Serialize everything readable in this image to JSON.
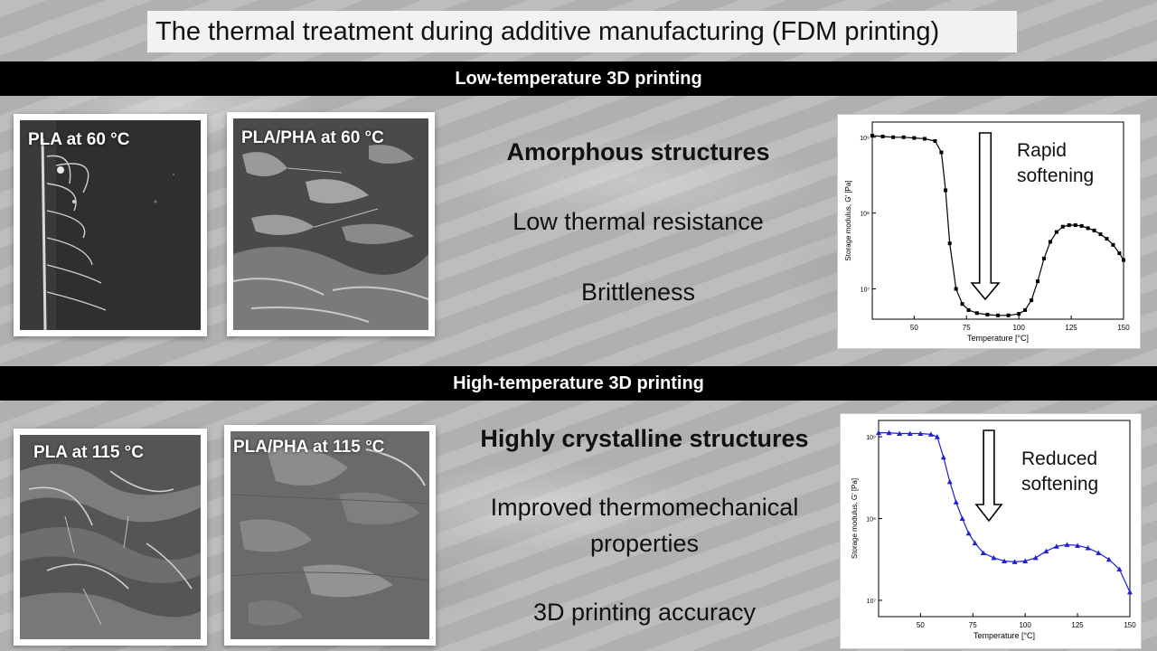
{
  "title": "The thermal treatment during additive manufacturing (FDM printing)",
  "sections": {
    "low": {
      "band_label": "Low-temperature 3D printing",
      "images": [
        {
          "label": "PLA at 60 °C"
        },
        {
          "label": "PLA/PHA at 60 °C"
        }
      ],
      "heading": "Amorphous structures",
      "points": [
        "Low thermal resistance",
        "Brittleness"
      ],
      "annotation": [
        "Rapid",
        "softening"
      ]
    },
    "high": {
      "band_label": "High-temperature 3D printing",
      "images": [
        {
          "label": "PLA at 115 °C"
        },
        {
          "label": "PLA/PHA at 115 °C"
        }
      ],
      "heading": "Highly crystalline structures",
      "points": [
        "Improved thermomechanical",
        "properties",
        "3D printing accuracy"
      ],
      "annotation": [
        "Reduced",
        "softening"
      ]
    }
  },
  "chart_data": [
    {
      "type": "line",
      "xlabel": "Temperature [°C]",
      "ylabel": "Storage modulus, G' [Pa]",
      "xlim": [
        30,
        150
      ],
      "ylim_log": [
        6.6,
        9.2
      ],
      "x_ticks": [
        50,
        75,
        100,
        125,
        150
      ],
      "y_ticks": [
        {
          "value": 9,
          "label": "10⁹"
        },
        {
          "value": 8,
          "label": "10⁸"
        },
        {
          "value": 7,
          "label": "10⁷"
        }
      ],
      "marker": "square",
      "color": "#000000",
      "series": [
        {
          "x": [
            30,
            35,
            40,
            45,
            50,
            55,
            60,
            63,
            65,
            67,
            70,
            73,
            76,
            80,
            85,
            90,
            95,
            100,
            103,
            106,
            109,
            112,
            115,
            118,
            121,
            124,
            127,
            130,
            133,
            136,
            139,
            142,
            145,
            148,
            150
          ],
          "y": [
            9.02,
            9.01,
            9.0,
            9.0,
            8.99,
            8.98,
            8.95,
            8.8,
            8.3,
            7.6,
            7.0,
            6.8,
            6.72,
            6.68,
            6.66,
            6.65,
            6.65,
            6.67,
            6.72,
            6.85,
            7.1,
            7.4,
            7.62,
            7.75,
            7.82,
            7.84,
            7.84,
            7.83,
            7.8,
            7.77,
            7.72,
            7.66,
            7.58,
            7.47,
            7.38
          ]
        }
      ]
    },
    {
      "type": "line",
      "xlabel": "Temperature [°C]",
      "ylabel": "Storage modulus, G' [Pa]",
      "xlim": [
        30,
        150
      ],
      "ylim_log": [
        6.8,
        9.2
      ],
      "x_ticks": [
        50,
        75,
        100,
        125,
        150
      ],
      "y_ticks": [
        {
          "value": 9,
          "label": "10⁹"
        },
        {
          "value": 8,
          "label": "10⁸"
        },
        {
          "value": 7,
          "label": "10⁷"
        }
      ],
      "marker": "triangle",
      "color": "#1f1fd6",
      "series": [
        {
          "x": [
            30,
            35,
            40,
            45,
            50,
            55,
            58,
            61,
            64,
            67,
            70,
            73,
            76,
            80,
            85,
            90,
            95,
            100,
            105,
            110,
            115,
            120,
            125,
            130,
            135,
            140,
            145,
            150
          ],
          "y": [
            9.05,
            9.05,
            9.04,
            9.04,
            9.04,
            9.03,
            9.0,
            8.75,
            8.45,
            8.2,
            8.0,
            7.82,
            7.7,
            7.58,
            7.52,
            7.48,
            7.47,
            7.48,
            7.52,
            7.6,
            7.66,
            7.68,
            7.67,
            7.64,
            7.58,
            7.5,
            7.38,
            7.1
          ]
        }
      ]
    }
  ]
}
